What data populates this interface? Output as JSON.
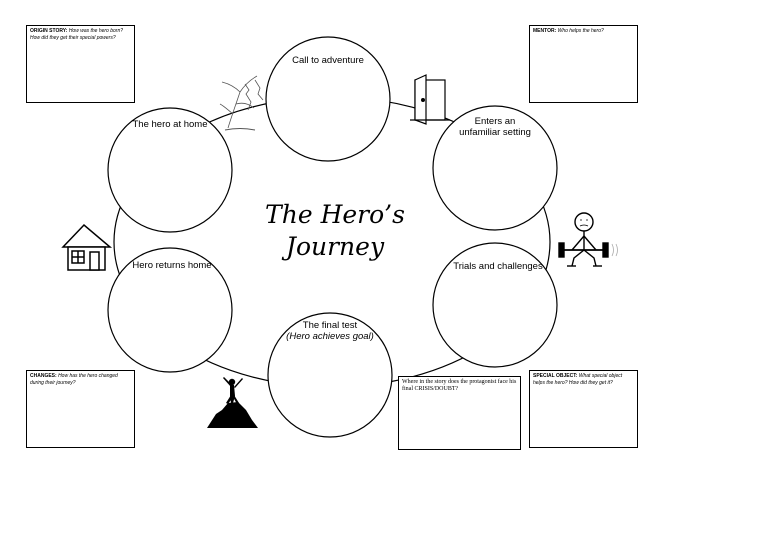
{
  "title": {
    "line1": "The Hero’s",
    "line2": "Journey"
  },
  "stages": {
    "call": "Call to adventure",
    "home": "The hero at home",
    "unfamiliar_line1": "Enters an",
    "unfamiliar_line2": "unfamiliar setting",
    "returns": "Hero returns home",
    "trials": "Trials and challenges",
    "final_test": "The final test",
    "final_test_sub": "(Hero achieves goal)"
  },
  "boxes": {
    "origin": {
      "label": "ORIGIN STORY:",
      "question": "How was the hero born? How did they get their special powers?"
    },
    "mentor": {
      "label": "MENTOR:",
      "question": "Who helps the hero?"
    },
    "changes": {
      "label": "CHANGES:",
      "question": "How has the hero changed during their journey?"
    },
    "special": {
      "label": "SPECIAL OBJECT:",
      "question": "What special object helps the hero? How did they get it?"
    },
    "crisis": {
      "text": "Where in the story does the protagonist face his final CRISIS/DOUBT?"
    }
  },
  "icons": [
    "lightning-tree-icon",
    "open-door-icon",
    "house-icon",
    "weightlifter-icon",
    "mountain-climber-icon"
  ]
}
